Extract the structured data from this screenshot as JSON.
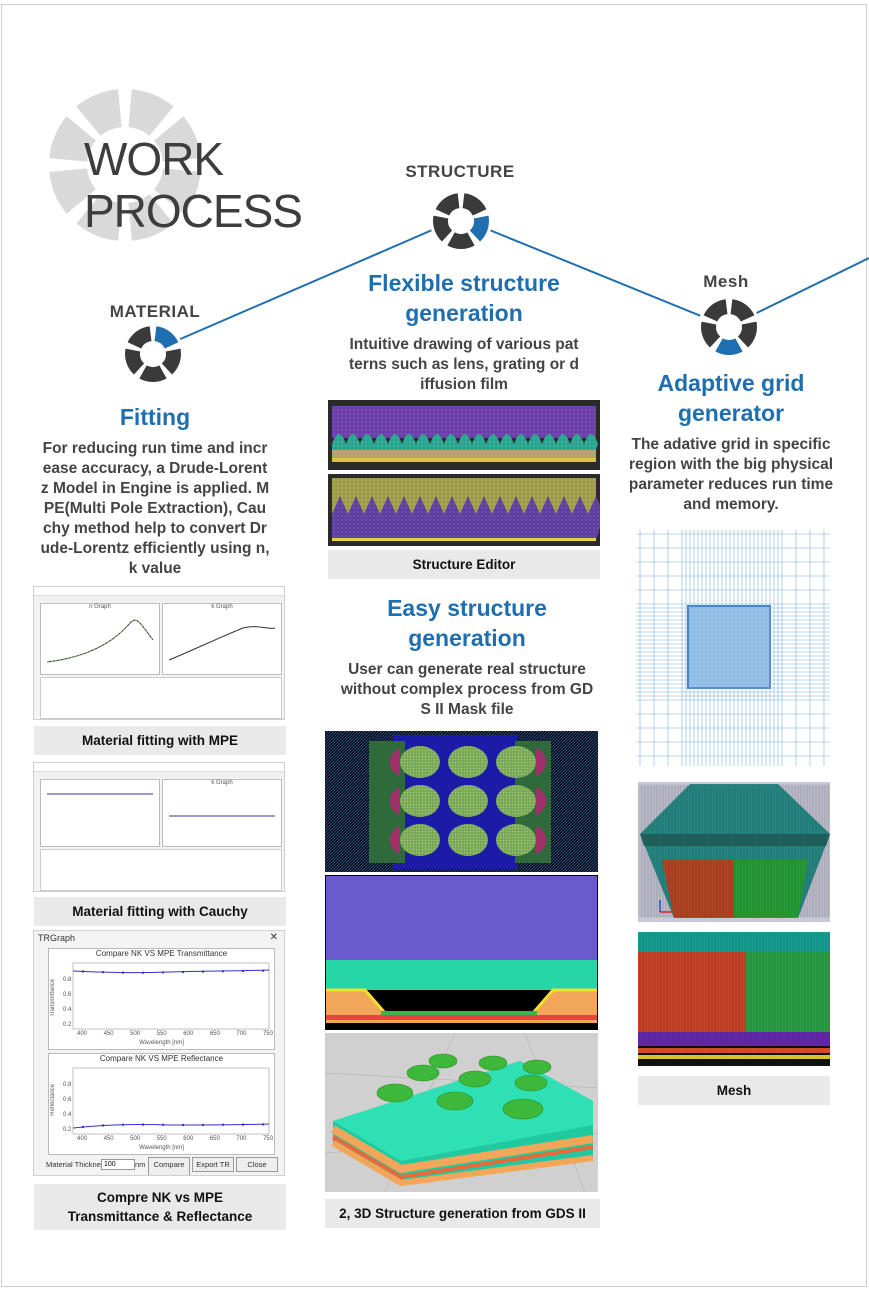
{
  "header": {
    "title_line1": "WORK",
    "title_line2": "PROCESS"
  },
  "steps": {
    "material": {
      "label": "MATERIAL",
      "title": "Fitting",
      "desc": [
        "For reducing run time and incr",
        "ease accuracy, a Drude-Lorent",
        "z Model in Engine is applied. M",
        "PE(Multi Pole Extraction), Cau",
        "chy method help to convert Dr",
        "ude-Lorentz efficiently using n,",
        "k value"
      ],
      "captions": [
        "Material fitting with MPE",
        "Material fitting with Cauchy",
        "Compre NK vs MPE",
        "Transmittance & Reflectance"
      ]
    },
    "structure": {
      "label": "STRUCTURE",
      "title": [
        "Flexible structure",
        "generation"
      ],
      "desc": [
        "Intuitive drawing of various pat",
        "terns such as lens, grating or d",
        "iffusion film"
      ],
      "caption1": "Structure Editor",
      "title2": [
        "Easy structure",
        "generation"
      ],
      "desc2": [
        "User can generate real structure",
        "without complex process from GD",
        "S II Mask file"
      ],
      "caption2": "2, 3D Structure generation from GDS II"
    },
    "mesh": {
      "label": "Mesh",
      "title": [
        "Adaptive grid",
        "generator"
      ],
      "desc": [
        "The adative grid in specific",
        "region with the big physical",
        "parameter reduces run time",
        "and memory."
      ],
      "caption": "Mesh"
    }
  },
  "tr_window": {
    "title": "TRGraph",
    "close": "✕",
    "plot1_title": "Compare NK VS MPE Transmittance",
    "plot2_title": "Compare NK VS MPE Reflectance",
    "ylabel1": "Transmittance",
    "ylabel2": "Reflectance",
    "xlabel": "Wavelength [nm]",
    "xticks": [
      "400",
      "450",
      "500",
      "550",
      "600",
      "650",
      "700",
      "750"
    ],
    "yticks1": [
      "0.8",
      "0.6",
      "0.4",
      "0.2"
    ],
    "yticks2": [
      "0.8",
      "0.6",
      "0.4",
      "0.2"
    ],
    "thickness_label": "Material Thickness :",
    "thickness_value": "100",
    "thickness_unit": "nm",
    "compare_btn": "Compare TR",
    "export_btn": "Export TR",
    "close_btn": "Close"
  },
  "mpe_window": {
    "graph1": "n Graph",
    "graph2": "k Graph",
    "graph3": "k Graph"
  },
  "colors": {
    "accent_blue": "#1f6eb0",
    "icon_dark": "#3a3a3a",
    "caption_bg": "#e9e9e9",
    "line_blue": "#1f6eb0"
  }
}
